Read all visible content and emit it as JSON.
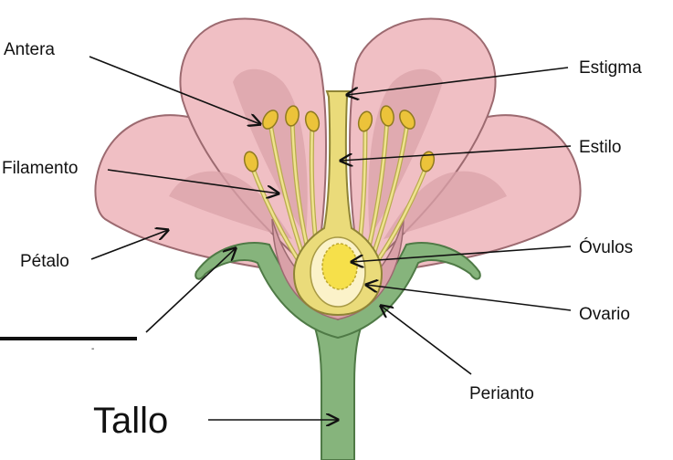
{
  "labels": {
    "antera": "Antera",
    "estigma": "Estigma",
    "filamento": "Filamento",
    "estilo": "Estilo",
    "petalo": "Pétalo",
    "ovulos": "Óvulos",
    "ovario": "Ovario",
    "perianto": "Perianto",
    "tallo": "Tallo"
  },
  "colors": {
    "petal_fill": "#f0bfc4",
    "petal_stroke": "#9c6a70",
    "petal_shadow": "#dba3aa",
    "receptacle_fill": "#86b47c",
    "receptacle_stroke": "#4f7a46",
    "pistil_fill": "#eadb7a",
    "pistil_stroke": "#8f8436",
    "ovule_fill": "#f6e04a",
    "stamen_fill": "#efe38e",
    "anther_fill": "#ecc33a",
    "arrow": "#111111"
  }
}
